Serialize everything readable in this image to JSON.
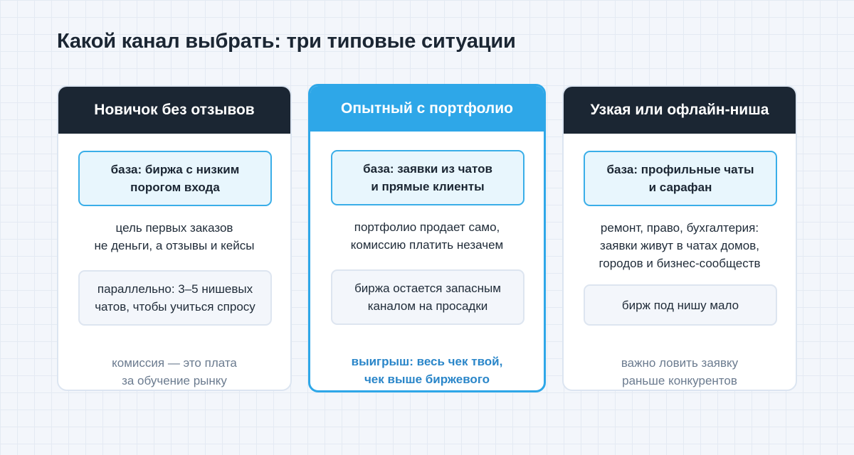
{
  "title": "Какой канал выбрать: три типовые ситуации",
  "colors": {
    "dark_header": "#1b2633",
    "accent": "#2ea7e8",
    "muted_text": "#6b7b8f",
    "accent_text": "#2a86c9"
  },
  "cards": [
    {
      "header": "Новичок без отзывов",
      "base": [
        "база: биржа с низким",
        "порогом входа"
      ],
      "desc": [
        "цель первых заказов",
        "не деньги, а отзывы и кейсы"
      ],
      "note": [
        "параллельно: 3–5 нишевых",
        "чатов, чтобы учиться спросу"
      ],
      "footer": [
        "комиссия — это плата",
        "за обучение рынку"
      ]
    },
    {
      "header": "Опытный с портфолио",
      "highlighted": true,
      "base": [
        "база: заявки из чатов",
        "и прямые клиенты"
      ],
      "desc": [
        "портфолио продает само,",
        "комиссию платить незачем"
      ],
      "note": [
        "биржа остается запасным",
        "каналом на просадки"
      ],
      "footer": [
        "выигрыш: весь чек твой,",
        "чек выше биржевого"
      ]
    },
    {
      "header": "Узкая или офлайн-ниша",
      "base": [
        "база: профильные чаты",
        "и сарафан"
      ],
      "desc": [
        "ремонт, право, бухгалтерия:",
        "заявки живут в чатах домов,",
        "городов и бизнес-сообществ"
      ],
      "note": [
        "бирж под нишу мало"
      ],
      "footer": [
        "важно ловить заявку",
        "раньше конкурентов"
      ]
    }
  ]
}
